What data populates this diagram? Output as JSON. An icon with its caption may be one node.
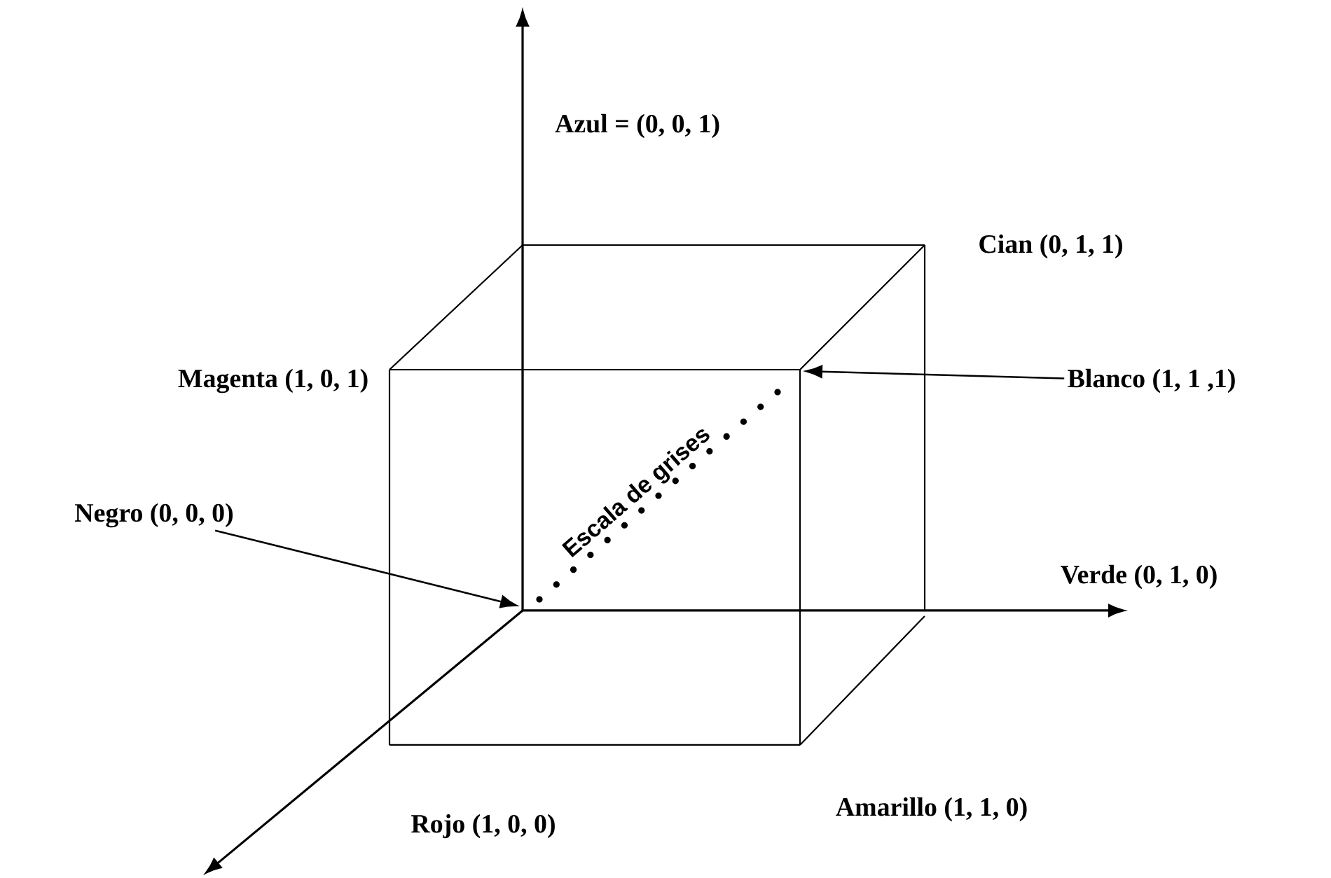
{
  "diagram": {
    "nodes": [
      {
        "text": [
          "Blanco (1, 1 ,1)"
        ]
      },
      {
        "text": [
          "Negro (0, 0, 0)"
        ]
      }
    ],
    "edges": [
      {
        "from": 0,
        "to": null,
        "arrow": "to"
      },
      {
        "from": 1,
        "to": null,
        "arrow": "to"
      }
    ],
    "labels": [
      "Azul = (0, 0, 1)",
      "Cian (0, 1, 1)",
      "Magenta (1, 0, 1)",
      "Escala de grises",
      "Verde (0, 1, 0)",
      "Amarillo (1, 1, 0)",
      "Rojo (1, 0, 0)"
    ]
  }
}
